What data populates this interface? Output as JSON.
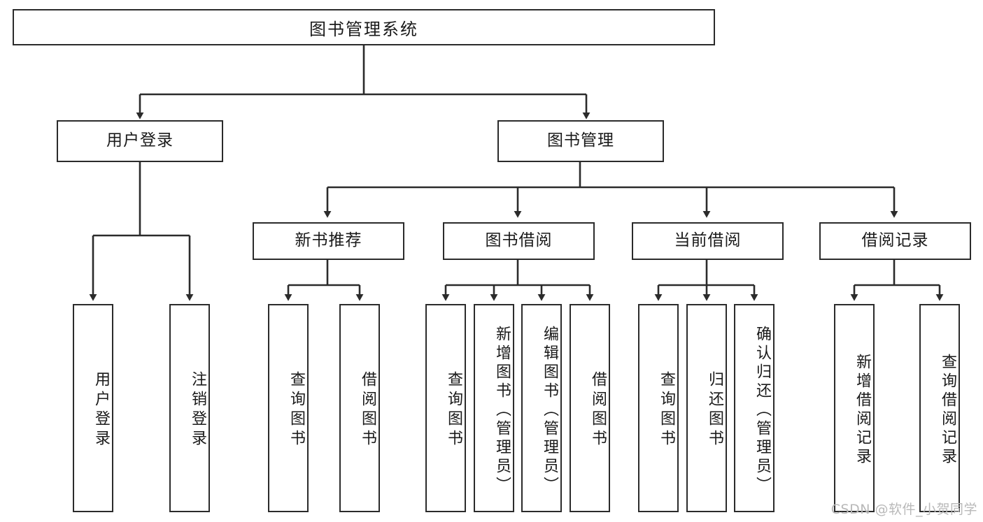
{
  "diagram": {
    "title": "图书管理系统",
    "type": "tree-hierarchy-diagram",
    "colors": {
      "node_border": "#2b2b2b",
      "node_fill": "#ffffff",
      "edge": "#2b2b2b",
      "text": "#1a1a1a",
      "watermark": "#b9b9b9",
      "background": "#ffffff"
    },
    "root": {
      "label": "图书管理系统"
    },
    "level2": [
      {
        "id": "user-login",
        "label": "用户登录"
      },
      {
        "id": "book-management",
        "label": "图书管理"
      }
    ],
    "level3": [
      {
        "id": "new-book-recommend",
        "label": "新书推荐"
      },
      {
        "id": "book-borrow",
        "label": "图书借阅"
      },
      {
        "id": "current-borrow",
        "label": "当前借阅"
      },
      {
        "id": "borrow-record",
        "label": "借阅记录"
      }
    ],
    "leaves": {
      "user_login": [
        {
          "id": "leaf-user-login",
          "label": "用户登录"
        },
        {
          "id": "leaf-logout-login",
          "label": "注销登录"
        }
      ],
      "new_book_recommend": [
        {
          "id": "leaf-query-book-1",
          "label": "查询图书"
        },
        {
          "id": "leaf-borrow-book-1",
          "label": "借阅图书"
        }
      ],
      "book_borrow": [
        {
          "id": "leaf-query-book-2",
          "label": "查询图书"
        },
        {
          "id": "leaf-add-book",
          "label": "新增图书（管理员）"
        },
        {
          "id": "leaf-edit-book",
          "label": "编辑图书（管理员）"
        },
        {
          "id": "leaf-borrow-book-2",
          "label": "借阅图书"
        }
      ],
      "current_borrow": [
        {
          "id": "leaf-query-book-3",
          "label": "查询图书"
        },
        {
          "id": "leaf-return-book",
          "label": "归还图书"
        },
        {
          "id": "leaf-confirm-return",
          "label": "确认归还（管理员）"
        }
      ],
      "borrow_record": [
        {
          "id": "leaf-add-record",
          "label": "新增借阅记录"
        },
        {
          "id": "leaf-query-record",
          "label": "查询借阅记录"
        }
      ]
    }
  },
  "watermark": {
    "text": "CSDN @软件_小贺同学"
  }
}
